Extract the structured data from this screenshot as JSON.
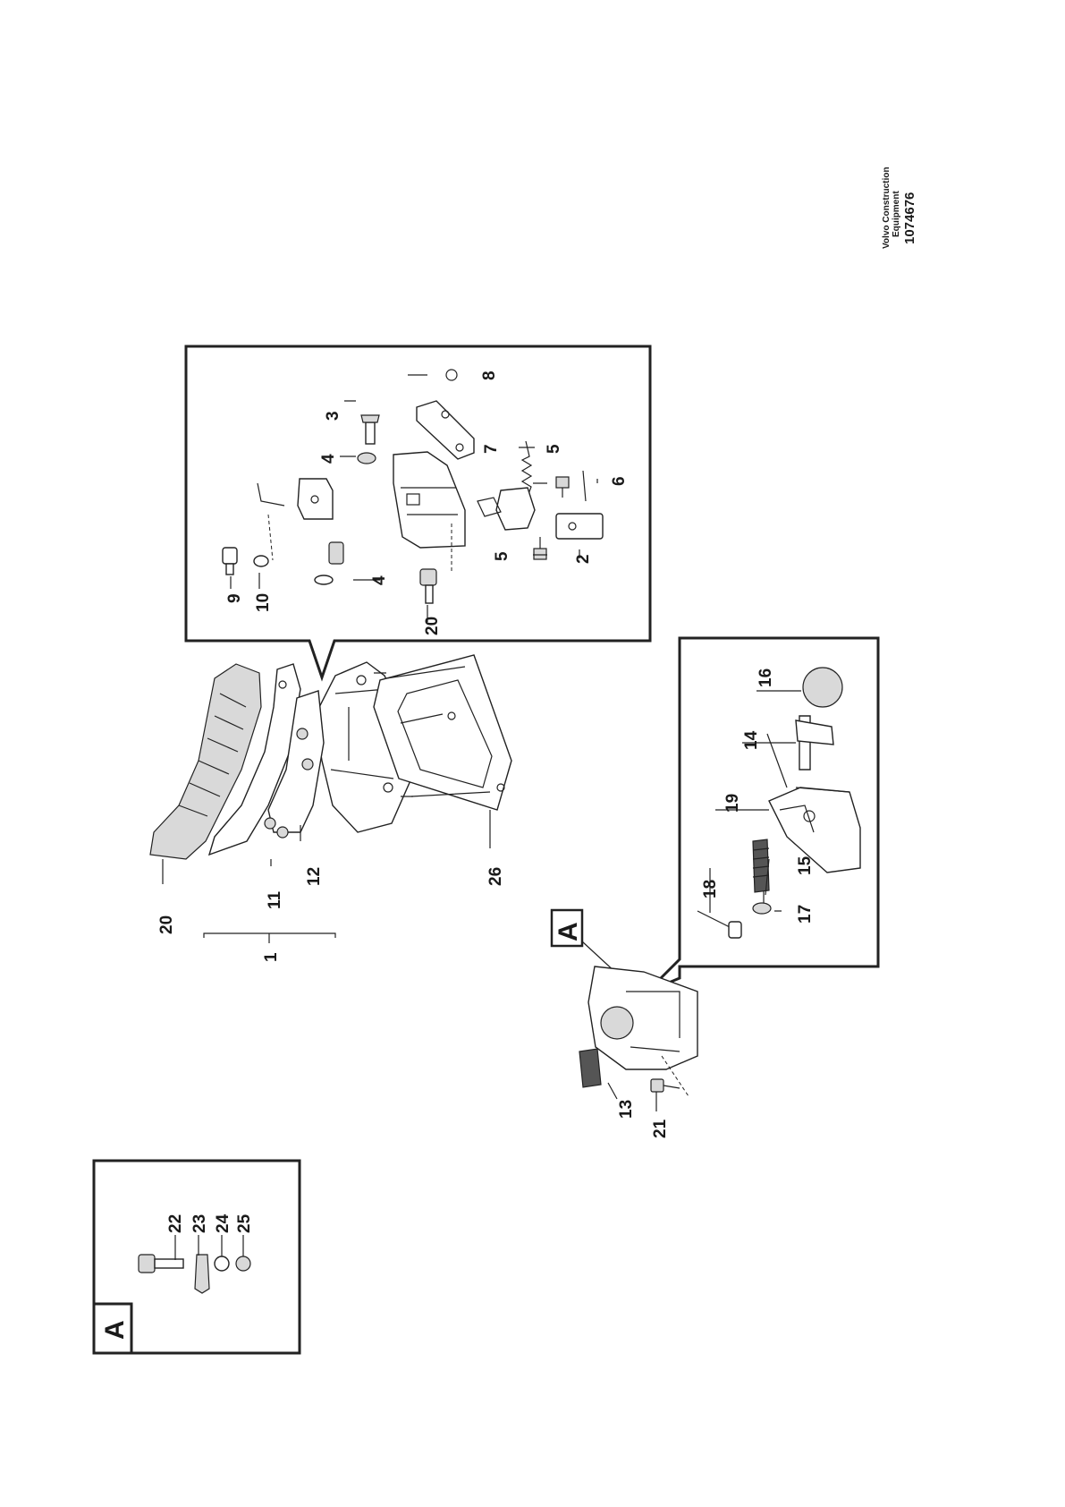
{
  "header": {
    "company_line1": "Volvo Construction",
    "company_line2": "Equipment",
    "drawing_number": "1074676"
  },
  "detail_marker": "A",
  "callouts": {
    "c1": "1",
    "c2": "2",
    "c3": "3",
    "c4a": "4",
    "c4b": "4",
    "c5a": "5",
    "c5b": "5",
    "c6": "6",
    "c7": "7",
    "c8": "8",
    "c9": "9",
    "c10": "10",
    "c11": "11",
    "c12": "12",
    "c13": "13",
    "c14": "14",
    "c15": "15",
    "c16": "16",
    "c17": "17",
    "c18": "18",
    "c19": "19",
    "c20a": "20",
    "c20b": "20",
    "c21": "21",
    "c22": "22",
    "c23": "23",
    "c24": "24",
    "c25": "25",
    "c26": "26"
  }
}
